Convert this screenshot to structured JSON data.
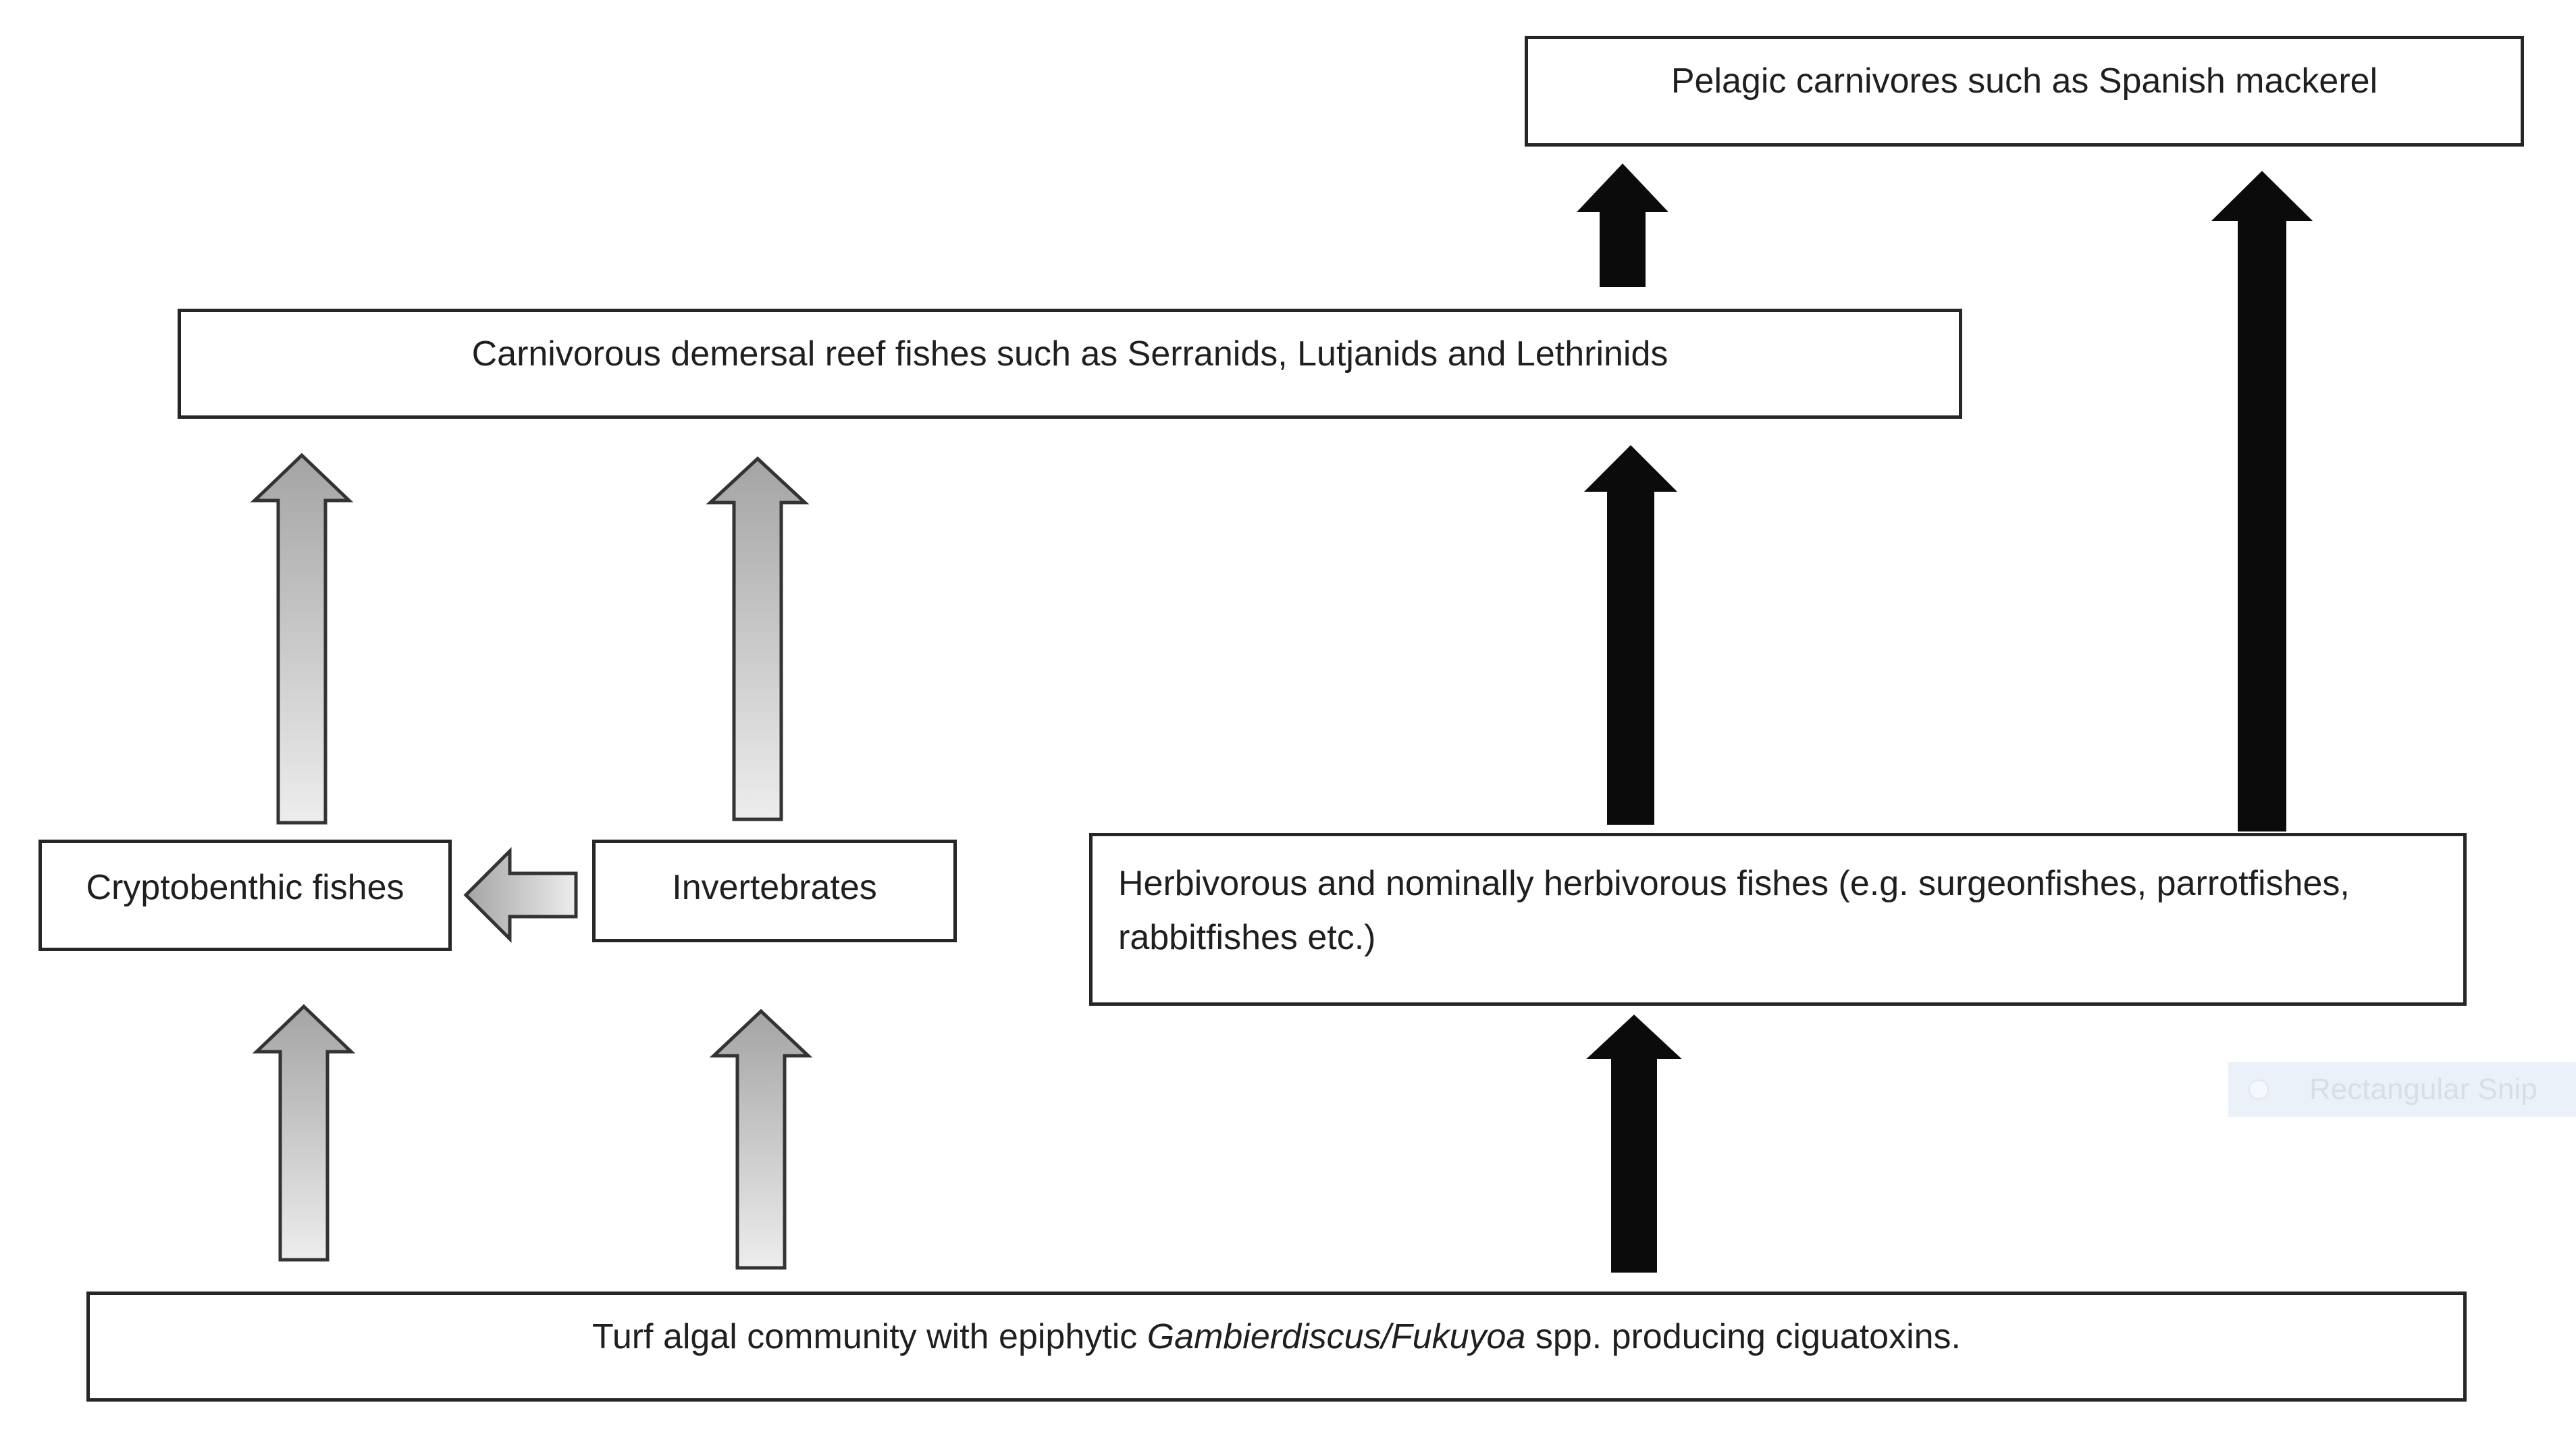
{
  "colors": {
    "box-border": "#262626",
    "text": "#1f1f1f",
    "black-arrow": "#0b0b0b",
    "gray-arrow-start": "#a4a4a4",
    "gray-arrow-end": "#ededed",
    "gray-arrow-stroke": "#333333",
    "snip-bg": "#dce6f5",
    "snip-text": "#b9c2d4"
  },
  "boxes": {
    "pelagic": {
      "label": "Pelagic carnivores such as Spanish mackerel"
    },
    "carnivorous_demersal": {
      "label": "Carnivorous demersal reef fishes such as Serranids, Lutjanids and Lethrinids"
    },
    "cryptobenthic": {
      "label": "Cryptobenthic fishes"
    },
    "invertebrates": {
      "label": "Invertebrates"
    },
    "herbivorous": {
      "label": "Herbivorous and nominally herbivorous fishes (e.g. surgeonfishes, parrotfishes, rabbitfishes etc.)"
    },
    "turf_algal": {
      "text_prefix": "Turf algal community with epiphytic ",
      "text_italic": "Gambierdiscus/Fukuyoa",
      "text_suffix": " spp. producing ciguatoxins."
    }
  },
  "arrows": [
    {
      "name": "turf-to-cryptobenthic",
      "style": "gray-gradient-outlined",
      "direction": "up"
    },
    {
      "name": "turf-to-invertebrates",
      "style": "gray-gradient-outlined",
      "direction": "up"
    },
    {
      "name": "cryptobenthic-to-carnivorous",
      "style": "gray-gradient-outlined",
      "direction": "up"
    },
    {
      "name": "invertebrates-to-carnivorous",
      "style": "gray-gradient-outlined",
      "direction": "up"
    },
    {
      "name": "invertebrates-to-cryptobenthic",
      "style": "gray-gradient-outlined",
      "direction": "left"
    },
    {
      "name": "turf-to-herbivorous",
      "style": "solid-black",
      "direction": "up"
    },
    {
      "name": "herbivorous-to-carnivorous",
      "style": "solid-black",
      "direction": "up"
    },
    {
      "name": "carnivorous-to-pelagic",
      "style": "solid-black",
      "direction": "up"
    },
    {
      "name": "herbivorous-to-pelagic",
      "style": "solid-black",
      "direction": "up"
    }
  ],
  "overlay": {
    "snip_label": "Rectangular Snip"
  }
}
